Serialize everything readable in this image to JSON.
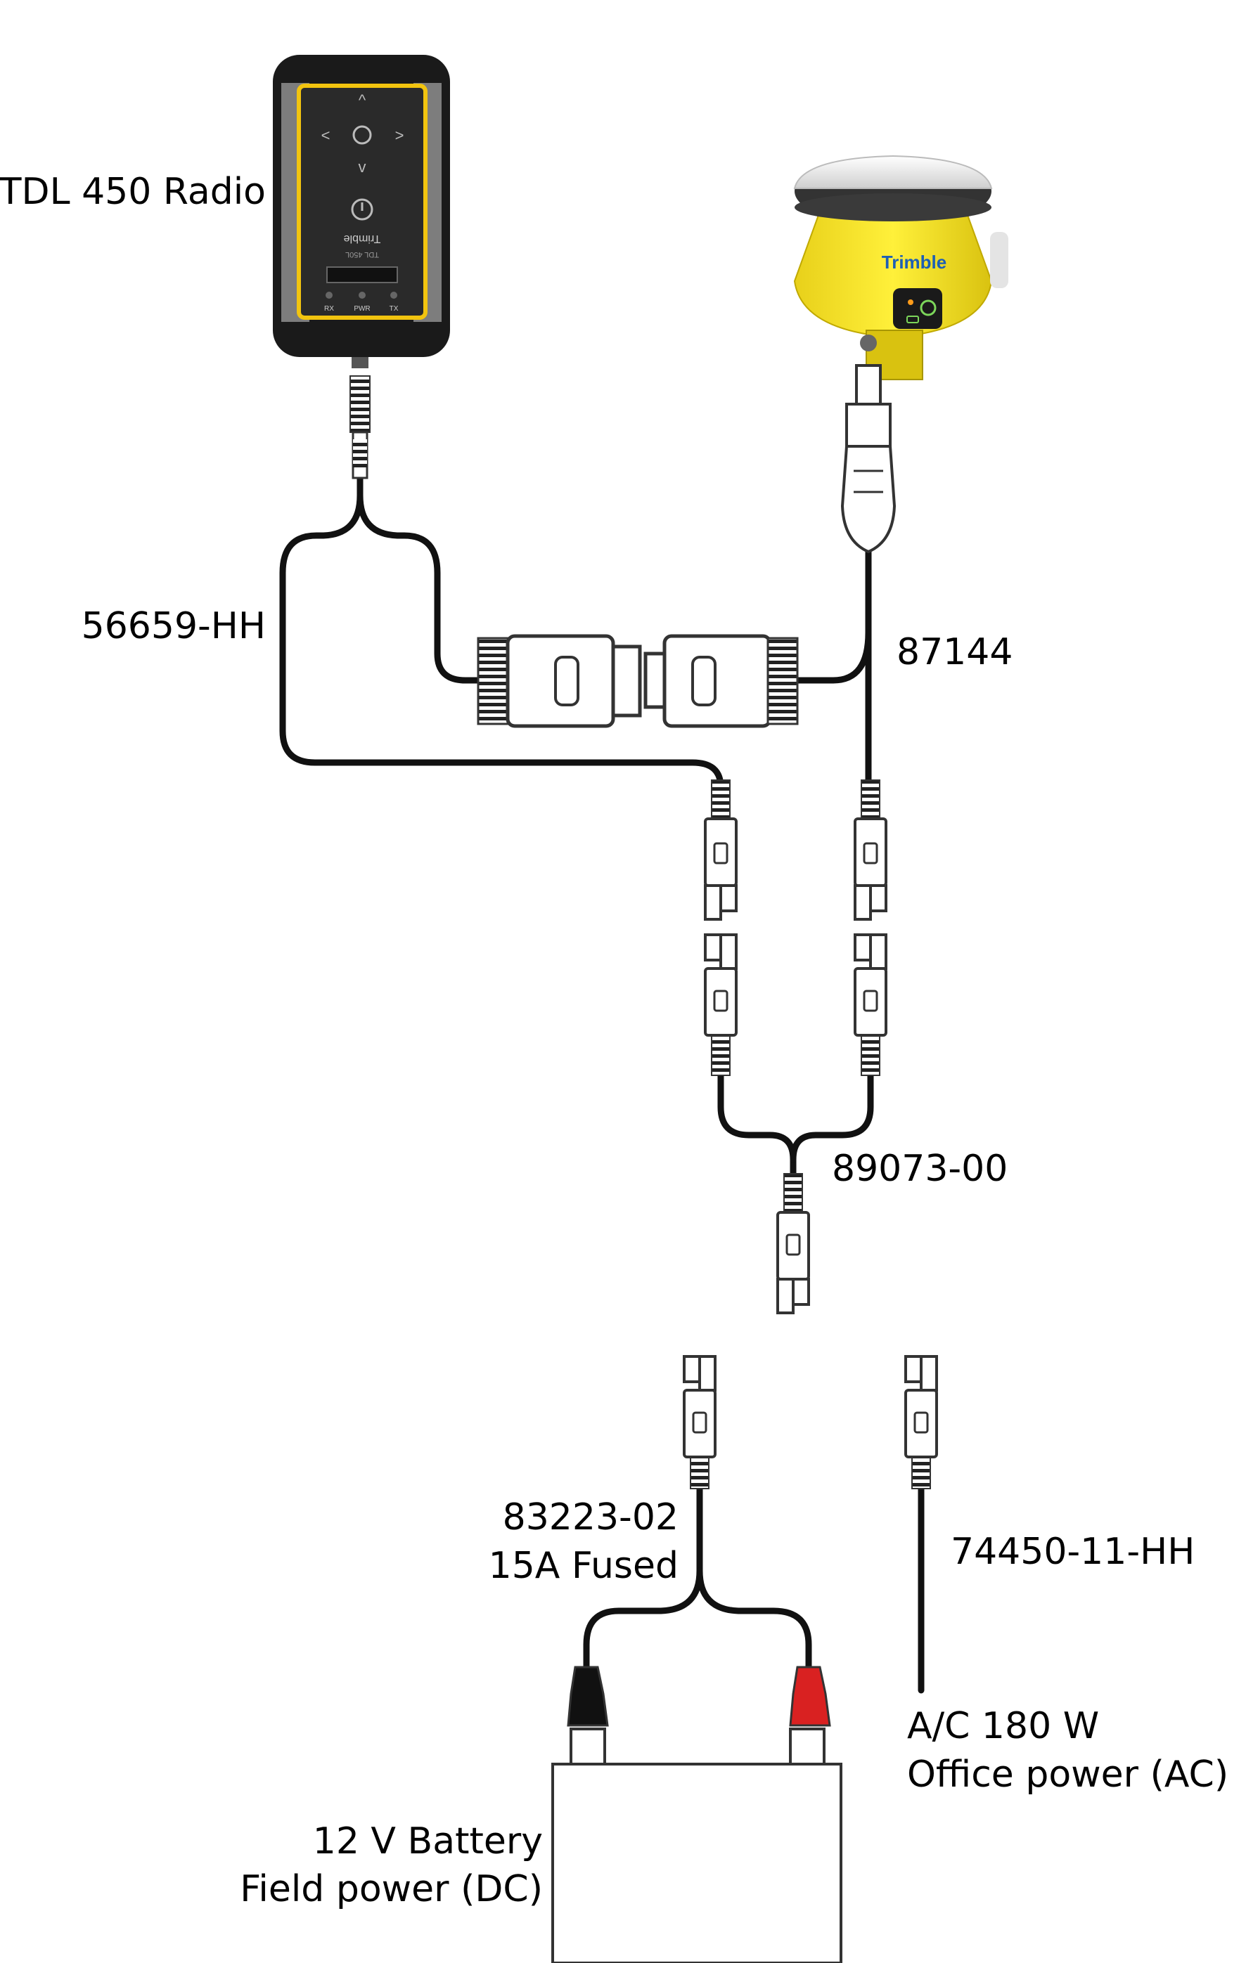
{
  "labels": {
    "radio": "TDL 450 Radio",
    "cable_y": "56659-HH",
    "cable_receiver": "87144",
    "cable_power_y": "89073-00",
    "battery_cable_line1": "83223-02",
    "battery_cable_line2": "15A Fused",
    "ac_cable": "74450-11-HH",
    "ac_line1": "A/C 180 W",
    "ac_line2": "Office power (AC)",
    "battery_line1": "12 V Battery",
    "battery_line2": "Field power (DC)"
  },
  "devices": {
    "receiver_brand": "Trimble",
    "radio_brand": "Trimble",
    "radio_model": "TDL 450L",
    "radio_leds": [
      "RX",
      "PWR",
      "TX"
    ]
  },
  "colors": {
    "cable": "#111111",
    "radio_accent": "#f2c40f",
    "receiver_body": "#f6e21c",
    "clamp_negative": "#111111",
    "clamp_positive": "#d92121"
  }
}
